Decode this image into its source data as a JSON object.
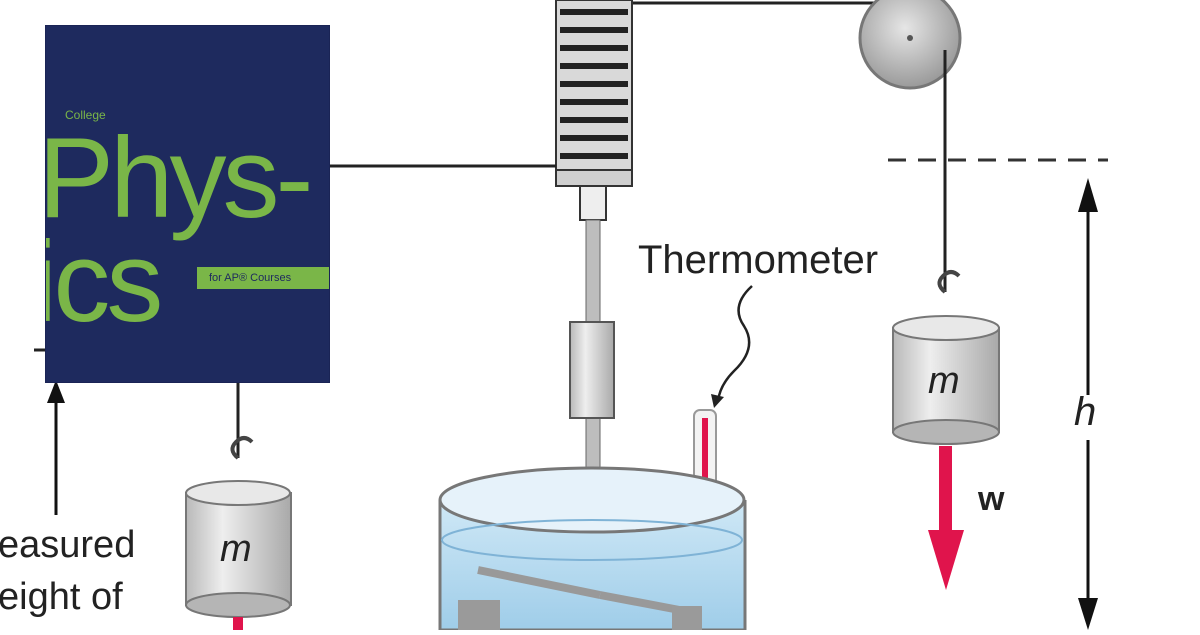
{
  "book_cover": {
    "series": "College",
    "title_line1": "Phys-",
    "title_line2": "ics",
    "subtitle": "for AP® Courses",
    "background_color": "#1e2a5e",
    "accent_color": "#7ab648"
  },
  "labels": {
    "thermometer": "Thermometer",
    "mass_right": "m",
    "mass_left": "m",
    "height": "h",
    "weight": "w",
    "caption_line1": "easured",
    "caption_line2": "eight of"
  },
  "colors": {
    "water": "#bfe0f3",
    "weight_arrow": "#e0144c",
    "metal": "#c8c8c8"
  }
}
